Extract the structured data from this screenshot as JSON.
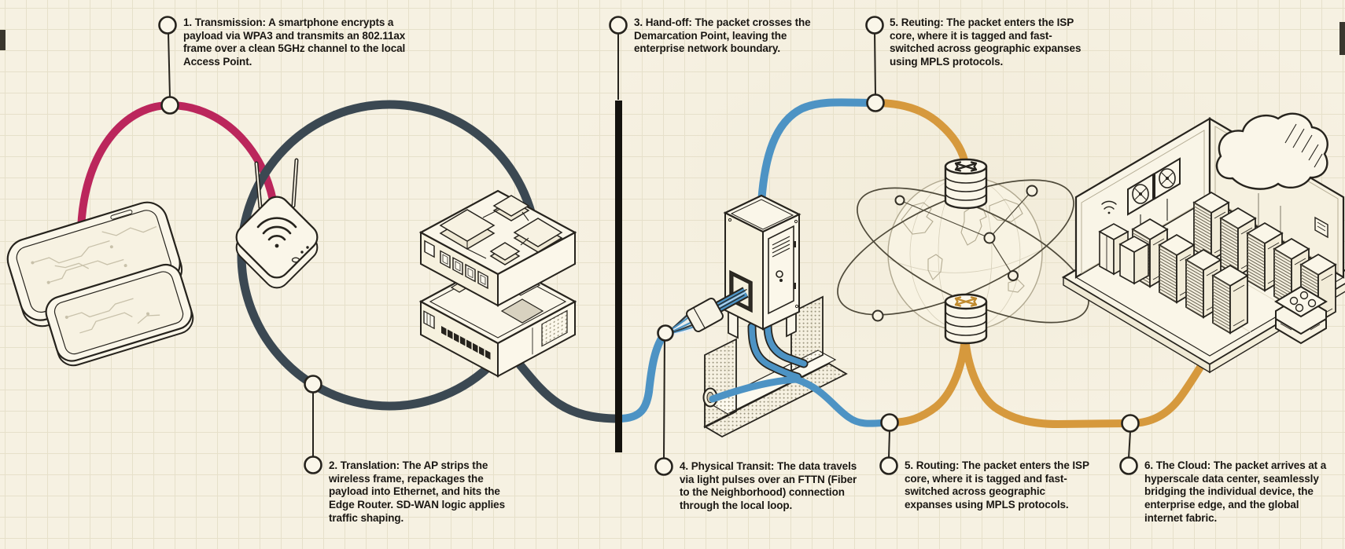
{
  "palette": {
    "paper": "#f6f1e2",
    "grid": "#e6e0ca",
    "ink": "#26231d",
    "text": "#1a1713",
    "crimson": "#bb265c",
    "slate": "#3b4852",
    "blue": "#4d93c4",
    "amber": "#d6993d",
    "amber_dark": "#c08a2e",
    "fill": "#f9f5e8",
    "faint": "#b3ab92"
  },
  "steps": [
    {
      "id": "1",
      "placement": "top",
      "text": "1. Transmission: A smartphone encrypts a payload via WPA3 and transmits an 802.11ax frame over a clean 5GHz channel to the local Access Point."
    },
    {
      "id": "2",
      "placement": "bottom",
      "text": "2. Translation: The AP strips the wireless frame, repackages the payload into Ethernet, and hits the Edge Router. SD-WAN logic applies traffic shaping."
    },
    {
      "id": "3",
      "placement": "top",
      "text": "3. Hand-off: The packet crosses the Demarcation Point, leaving the enterprise network boundary."
    },
    {
      "id": "4",
      "placement": "bottom",
      "text": "4. Physical Transit: The data travels via light pulses over an FTTN (Fiber to the Neighborhood) connection through the local loop."
    },
    {
      "id": "5a",
      "placement": "top",
      "text": "5. Reuting: The packet enters the ISP core, where it is tagged and fast-switched across geographic expanses using MPLS protocols."
    },
    {
      "id": "5b",
      "placement": "bottom",
      "text": "5. Routing: The packet enters the ISP core, where it is tagged and fast-switched across geographic expanses using MPLS protocols."
    },
    {
      "id": "6",
      "placement": "bottom",
      "text": "6. The Cloud: The packet arrives at a hyperscale data center, seamlessly bridging the individual device, the enterprise edge, and the global internet fabric."
    }
  ],
  "figures": [
    "smartphone-illustration",
    "access-point-illustration",
    "switch-stack-illustration",
    "demarcation-line",
    "fiber-bundle-illustration",
    "street-cabinet-illustration",
    "underground-duct-illustration",
    "globe-illustration",
    "router-cylinder-top",
    "router-cylinder-bottom",
    "data-center-illustration",
    "cloud-illustration"
  ]
}
